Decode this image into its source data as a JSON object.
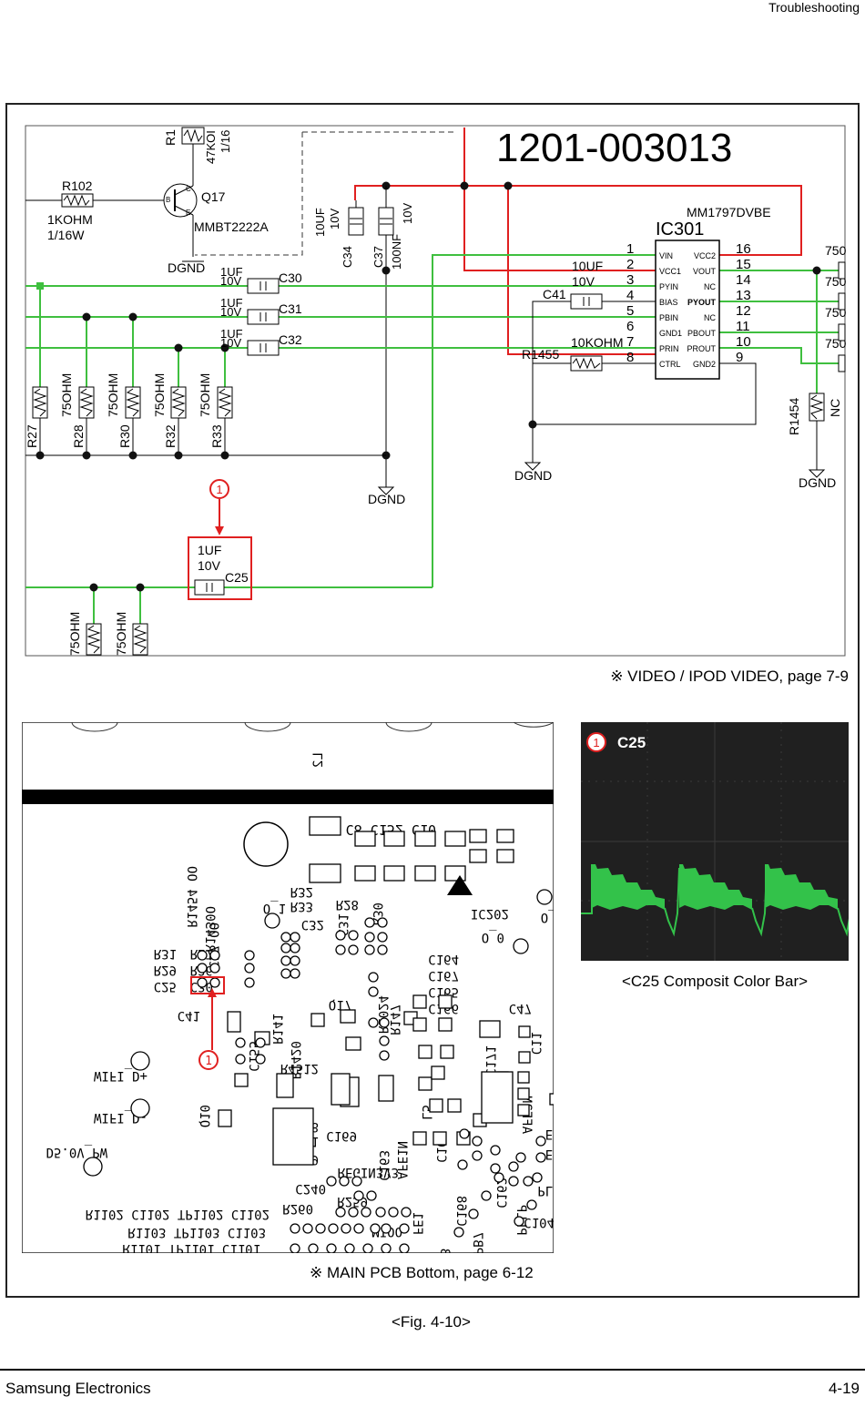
{
  "header": {
    "title": "Troubleshooting"
  },
  "schematic": {
    "part_number": "1201-003013",
    "ic_name": "IC301",
    "ic_part": "MM1797DVBE",
    "ic_pins_left": [
      {
        "num": "1",
        "name": "VIN"
      },
      {
        "num": "2",
        "name": "VCC1"
      },
      {
        "num": "3",
        "name": "PYIN"
      },
      {
        "num": "4",
        "name": "BIAS"
      },
      {
        "num": "5",
        "name": "PBIN"
      },
      {
        "num": "6",
        "name": "GND1"
      },
      {
        "num": "7",
        "name": "PRIN"
      },
      {
        "num": "8",
        "name": "CTRL"
      }
    ],
    "ic_pins_right": [
      {
        "num": "16",
        "name": "VCC2"
      },
      {
        "num": "15",
        "name": "VOUT"
      },
      {
        "num": "14",
        "name": "NC"
      },
      {
        "num": "13",
        "name": "PYOUT"
      },
      {
        "num": "12",
        "name": "NC"
      },
      {
        "num": "11",
        "name": "PBOUT"
      },
      {
        "num": "10",
        "name": "PROUT"
      },
      {
        "num": "9",
        "name": "GND2"
      }
    ],
    "labels": {
      "r1": "R1",
      "r1_val": "47KOI",
      "r1_w": "1/16",
      "r102": "R102",
      "r102_val": "1KOHM",
      "r102_w": "1/16W",
      "q17": "Q17",
      "q17_part": "MMBT2222A",
      "q_b": "B",
      "q_c": "C",
      "q_e": "E",
      "dgnd": "DGND",
      "c30": "C30",
      "c31": "C31",
      "c32": "C32",
      "cap_1uf": "1UF",
      "cap_10v": "10V",
      "c34": "C34",
      "c34_val": "10UF",
      "c34_v": "10V",
      "c37": "C37",
      "c37_val": "100NF",
      "c37_v": "10V",
      "c41": "C41",
      "c41_val": "10UF",
      "c41_v": "10V",
      "r1455": "R1455",
      "r1455_val": "10KOHM",
      "r1454": "R1454",
      "nc": "NC",
      "ohm75": "75OHM",
      "ohm75_short": "750",
      "r27": "R27",
      "r28": "R28",
      "r30": "R30",
      "r32": "R32",
      "r33": "R33",
      "c25": "C25",
      "c25_val": "1UF",
      "c25_v": "10V",
      "marker": "1"
    },
    "reference": "※ VIDEO / IPOD VIDEO, page 7-9"
  },
  "pcb": {
    "reference": "※ MAIN PCB Bottom, page 6-12",
    "marker": "1",
    "labels": [
      "L2",
      "C8 C152 C10",
      "R1454 OO",
      "R1430O",
      "C37 OO",
      "R32",
      "R33",
      "C31",
      "R28",
      "R30",
      "C32",
      "O_1",
      "IC202",
      "O_0",
      "O_2",
      "R31",
      "R27",
      "R29",
      "R26",
      "C25",
      "C30",
      "C41",
      "R141",
      "R1420",
      "Q17",
      "R1024",
      "R147",
      "C164",
      "C167",
      "C165",
      "C166",
      "C47",
      "C11",
      "C171",
      "RD201",
      "WIFI_D+",
      "WIFI_D-",
      "D5.0V_PW",
      "Q10",
      "C155",
      "R4512",
      "L5",
      "AFE2N",
      "C158",
      "C161",
      "C159",
      "C169",
      "C163",
      "C160",
      "AFE1N",
      "REGIN3V3",
      "C240",
      "C168",
      "C162",
      "R259",
      "R260",
      "FE1",
      "FB",
      "OPB7",
      "MIOO",
      "C104",
      "R1102 C1102 TP1102 C1102",
      "R1103 TP1103 C1103",
      "R1101 TP1101 C1101",
      "E1P",
      "E2P",
      "EF",
      "PLLN",
      "PLLP",
      "9"
    ]
  },
  "scope": {
    "marker": "1",
    "label": "C25",
    "caption": "<C25 Composit Color Bar>",
    "trace_color": "#33c24a",
    "screen_color": "#202020"
  },
  "figure_caption": "<Fig. 4-10>",
  "footer": {
    "left": "Samsung Electronics",
    "right": "4-19"
  },
  "colors": {
    "green_net": "#3fbf3f",
    "red_net": "#e02020",
    "marker": "#e02020"
  }
}
